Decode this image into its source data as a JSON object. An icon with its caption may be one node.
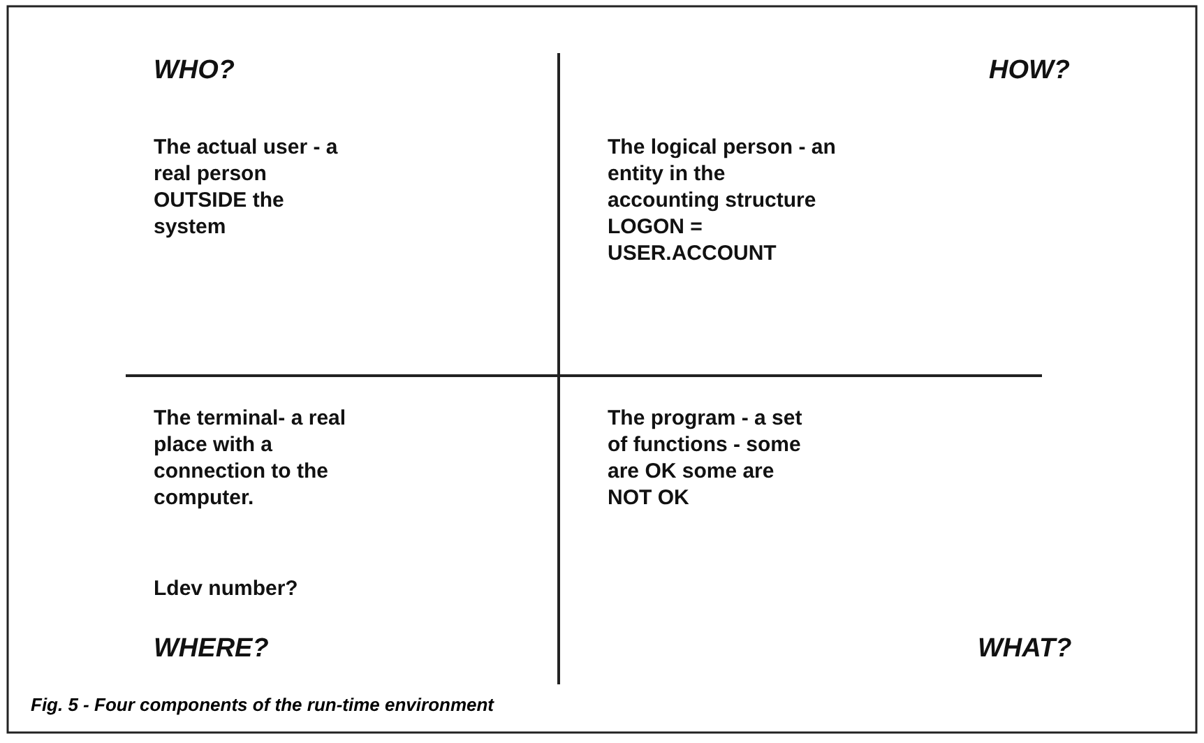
{
  "diagram": {
    "caption": "Fig. 5 - Four components of the run-time environment",
    "labels": [
      "WHO?",
      "HOW?",
      "The actual user - a real person OUTSIDE the system",
      "The logical person - an entity in the accounting structure LOGON = USER.ACCOUNT",
      "The terminal- a real place with a connection to the computer.",
      "The program - a set of functions - some are OK some are NOT OK",
      "Ldev number?",
      "WHERE?",
      "WHAT?"
    ]
  }
}
